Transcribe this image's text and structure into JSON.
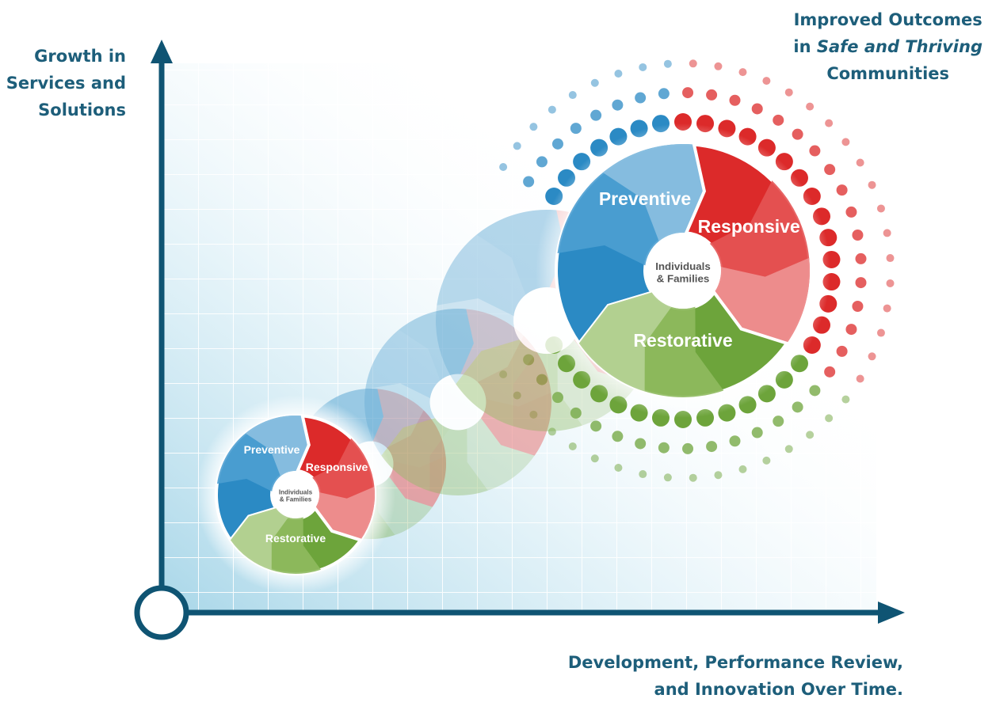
{
  "axes": {
    "y_label_lines": [
      "Growth in",
      "Services and",
      "Solutions"
    ],
    "x_label_lines": [
      "Development, Performance Review,",
      "and Innovation Over Time."
    ]
  },
  "outcome": {
    "line1": "Improved Outcomes",
    "line2_prefix": "in ",
    "line2_emphasis": "Safe and Thriving",
    "line3": "Communities"
  },
  "cycle": {
    "preventive": "Preventive",
    "responsive": "Responsive",
    "restorative": "Restorative",
    "center_line1": "Individuals",
    "center_line2": "& Families"
  },
  "colors": {
    "axis": "#0f5473",
    "label_text": "#1d5e7a",
    "preventive": [
      "#2b8ac4",
      "#4c9fd1",
      "#8fc2e2"
    ],
    "responsive": [
      "#dc2a2a",
      "#e45454",
      "#ef9696"
    ],
    "restorative": [
      "#6da43b",
      "#8fba5f",
      "#b9d49a"
    ],
    "center_text": "#555555"
  }
}
